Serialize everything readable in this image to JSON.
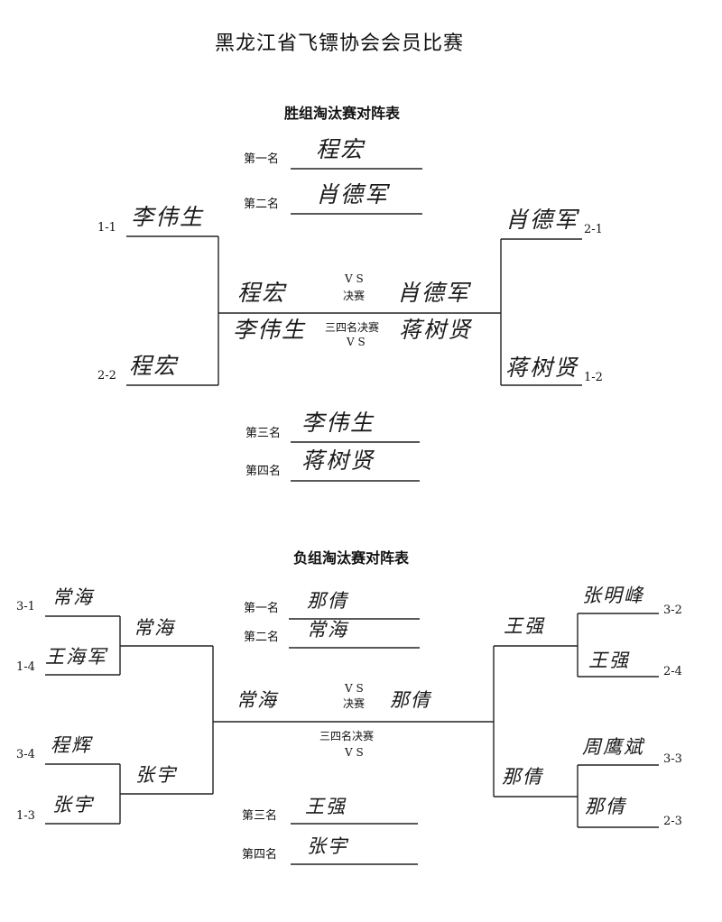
{
  "title": "黑龙江省飞镖协会会员比赛",
  "winners": {
    "heading": "胜组淘汰赛对阵表",
    "rank1_label": "第一名",
    "rank1": "程宏",
    "rank2_label": "第二名",
    "rank2": "肖德军",
    "rank3_label": "第三名",
    "rank3": "李伟生",
    "rank4_label": "第四名",
    "rank4": "蒋树贤",
    "seeds": {
      "s11": "1-1",
      "s22": "2-2",
      "s21": "2-1",
      "s12": "1-2"
    },
    "left_players": {
      "p11": "李伟生",
      "p22": "程宏"
    },
    "right_players": {
      "p21": "肖德军",
      "p12": "蒋树贤"
    },
    "vs": "V S",
    "final": "决赛",
    "third": "三四名决赛",
    "vs2": "V S",
    "final_left": "程宏",
    "final_right": "肖德军",
    "third_left": "李伟生",
    "third_right": "蒋树贤"
  },
  "losers": {
    "heading": "负组淘汰赛对阵表",
    "rank1_label": "第一名",
    "rank1": "那倩",
    "rank2_label": "第二名",
    "rank2": "常海",
    "rank3_label": "第三名",
    "rank3": "王强",
    "rank4_label": "第四名",
    "rank4": "张宇",
    "seeds": {
      "s31": "3-1",
      "s14": "1-4",
      "s34": "3-4",
      "s13": "1-3",
      "s32": "3-2",
      "s24": "2-4",
      "s33": "3-3",
      "s23": "2-3"
    },
    "left_r1": {
      "p31": "常海",
      "p14": "王海军",
      "p34": "程辉",
      "p13": "张宇"
    },
    "left_r2": {
      "a": "常海",
      "b": "张宇"
    },
    "right_r1": {
      "p32": "张明峰",
      "p24": "王强",
      "p33": "周鹰斌",
      "p23": "那倩"
    },
    "right_r2": {
      "a": "王强",
      "b": "那倩"
    },
    "vs": "V S",
    "final": "决赛",
    "third": "三四名决赛",
    "vs2": "V S",
    "final_left": "常海",
    "final_right": "那倩"
  }
}
